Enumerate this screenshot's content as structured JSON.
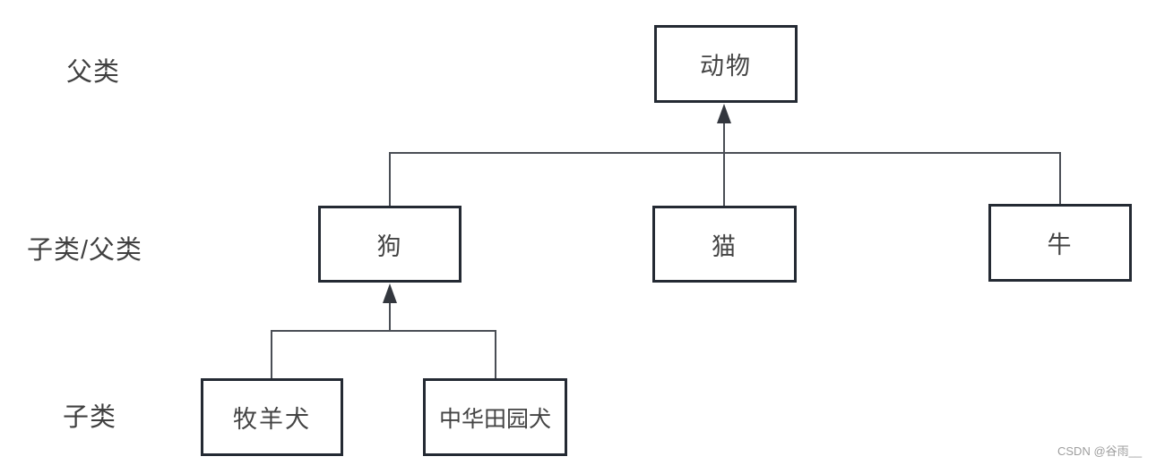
{
  "diagram": {
    "row_labels": [
      {
        "text": "父类"
      },
      {
        "text": "子类/父类"
      },
      {
        "text": "子类"
      }
    ],
    "nodes": {
      "animal": {
        "label": "动物"
      },
      "dog": {
        "label": "狗"
      },
      "cat": {
        "label": "猫"
      },
      "cow": {
        "label": "牛"
      },
      "shepherd_dog": {
        "label": "牧羊犬"
      },
      "pastoral_dog": {
        "label": "中华田园犬"
      }
    },
    "edges": [
      {
        "from": "狗",
        "to": "动物"
      },
      {
        "from": "猫",
        "to": "动物"
      },
      {
        "from": "牛",
        "to": "动物"
      },
      {
        "from": "牧羊犬",
        "to": "狗"
      },
      {
        "from": "中华田园犬",
        "to": "狗"
      }
    ],
    "colors": {
      "background": "#ffffff",
      "box_border": "#242a33",
      "connector": "#4a4e55",
      "arrow": "#33373e",
      "text": "#444444",
      "watermark": "#9e9e9e"
    },
    "watermark": {
      "text": "CSDN @谷雨__"
    }
  }
}
